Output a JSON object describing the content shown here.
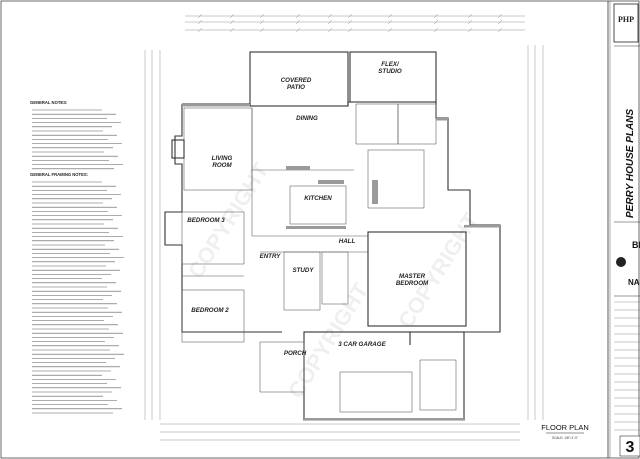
{
  "sheet": {
    "plan_title": "FLOOR PLAN",
    "plan_scale": "SCALE: 1/8\"=1'-0\"",
    "sheet_number": "3"
  },
  "notes": {
    "general_notes_title": "GENERAL NOTES:",
    "general_framing_notes_title": "GENERAL FRAMING NOTES:"
  },
  "title_block": {
    "brand_name": "PERRY HOUSE PLANS",
    "logo_text": "PHP",
    "nahb_text": "NAH",
    "bi_text": "BI"
  },
  "watermark": {
    "text": "COPYRIGHT"
  },
  "rooms": [
    {
      "id": "covered-patio",
      "label_lines": [
        "COVERED",
        "PATIO"
      ]
    },
    {
      "id": "flex-studio",
      "label_lines": [
        "FLEX/",
        "STUDIO"
      ]
    },
    {
      "id": "dining",
      "label_lines": [
        "DINING"
      ]
    },
    {
      "id": "living-room",
      "label_lines": [
        "LIVING",
        "ROOM"
      ]
    },
    {
      "id": "kitchen",
      "label_lines": [
        "KITCHEN"
      ]
    },
    {
      "id": "bedroom-3",
      "label_lines": [
        "BEDROOM 3"
      ]
    },
    {
      "id": "bedroom-2",
      "label_lines": [
        "BEDROOM 2"
      ]
    },
    {
      "id": "study",
      "label_lines": [
        "STUDY"
      ]
    },
    {
      "id": "master-bedroom",
      "label_lines": [
        "MASTER",
        "BEDROOM"
      ]
    },
    {
      "id": "garage",
      "label_lines": [
        "3 CAR GARAGE"
      ]
    },
    {
      "id": "porch",
      "label_lines": [
        "PORCH"
      ]
    },
    {
      "id": "hall",
      "label_lines": [
        "HALL"
      ]
    },
    {
      "id": "entry",
      "label_lines": [
        "ENTRY"
      ]
    }
  ]
}
